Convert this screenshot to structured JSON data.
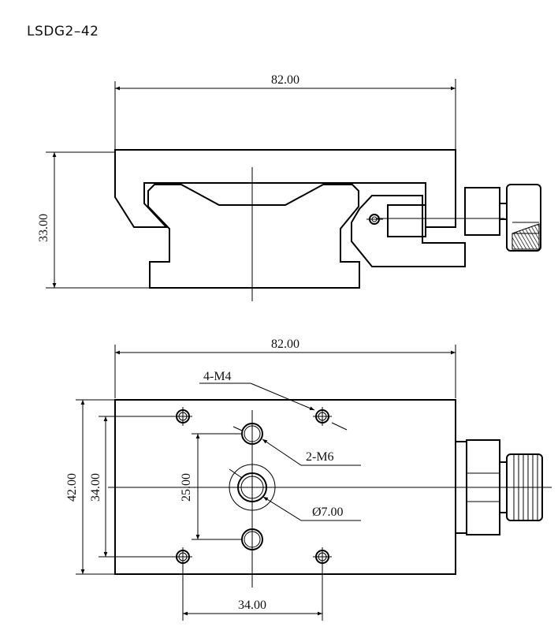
{
  "title": "LSDG2–42",
  "front_view": {
    "width_dim": "82.00",
    "height_dim": "33.00"
  },
  "top_view": {
    "width_dim": "82.00",
    "height_outer_dim": "42.00",
    "height_inner_dim": "34.00",
    "center_spacing_dim": "25.00",
    "bottom_spacing_dim": "34.00",
    "label_m4": "4-M4",
    "label_m6": "2-M6",
    "label_dia": "Ø7.00"
  }
}
